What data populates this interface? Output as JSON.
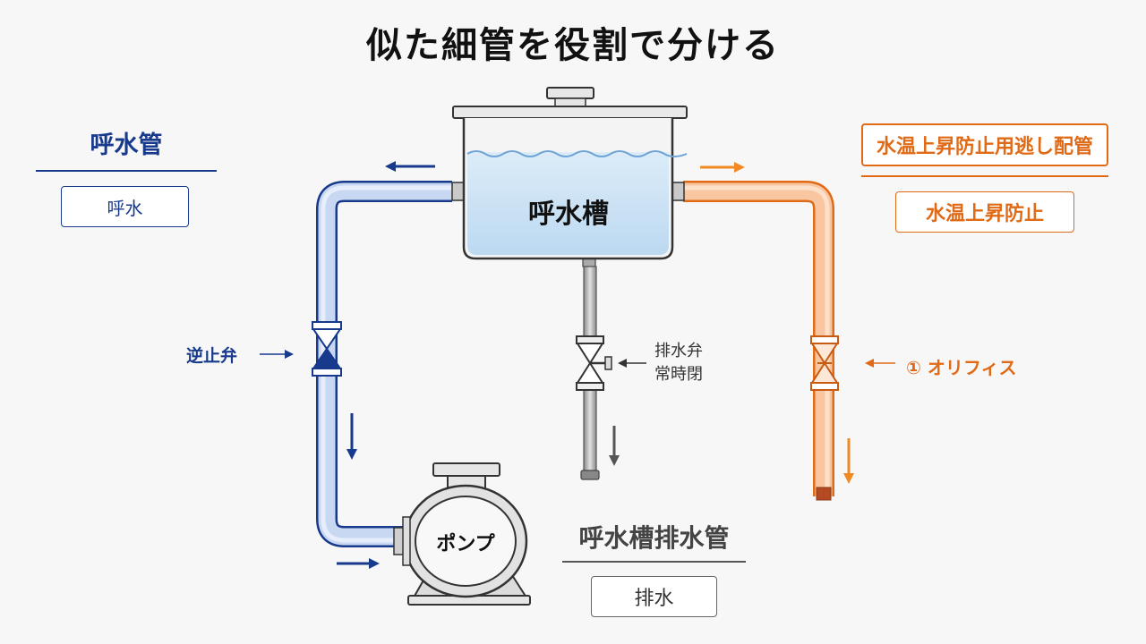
{
  "title": "似た細管を役割で分ける",
  "tank": {
    "label": "呼水槽"
  },
  "pump": {
    "label": "ポンプ"
  },
  "left_panel": {
    "heading": "呼水管",
    "role": "呼水",
    "color": "#173a8c"
  },
  "right_panel": {
    "heading": "水温上昇防止用逃し配管",
    "role": "水温上昇防止",
    "color": "#e06a16"
  },
  "bottom_panel": {
    "heading": "呼水槽排水管",
    "role": "排水",
    "color": "#555555"
  },
  "valves": {
    "check_valve": "逆止弁",
    "drain_valve_line1": "排水弁",
    "drain_valve_line2": "常時閉",
    "orifice": "① オリフィス"
  }
}
